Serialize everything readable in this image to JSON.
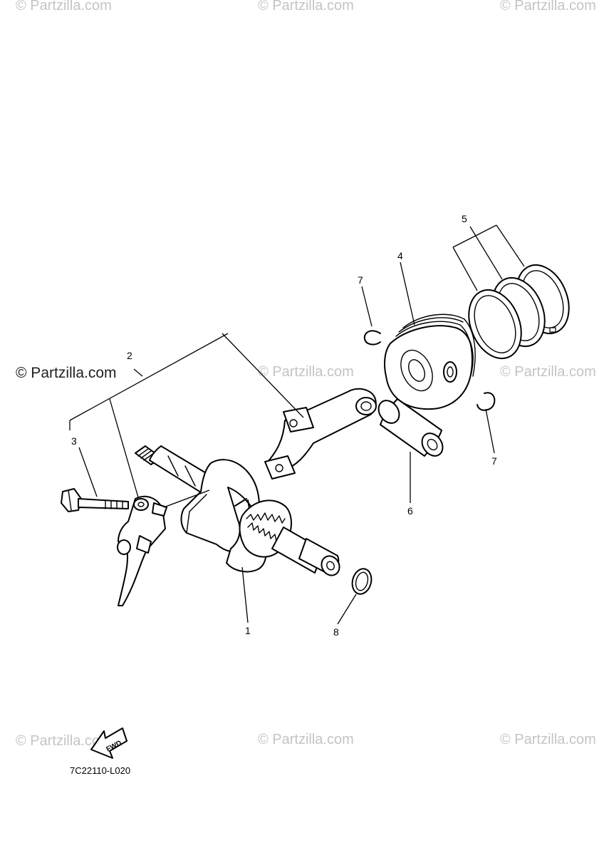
{
  "watermarks": {
    "light": "© Partzilla.com",
    "dark": "© Partzilla.com",
    "color": "#c4c4c4"
  },
  "callouts": {
    "c1": "1",
    "c2": "2",
    "c3": "3",
    "c4": "4",
    "c5": "5",
    "c6": "6",
    "c7a": "7",
    "c7b": "7",
    "c8": "8"
  },
  "fwd_label": "FWD",
  "diagram_code": "7C22110-L020"
}
